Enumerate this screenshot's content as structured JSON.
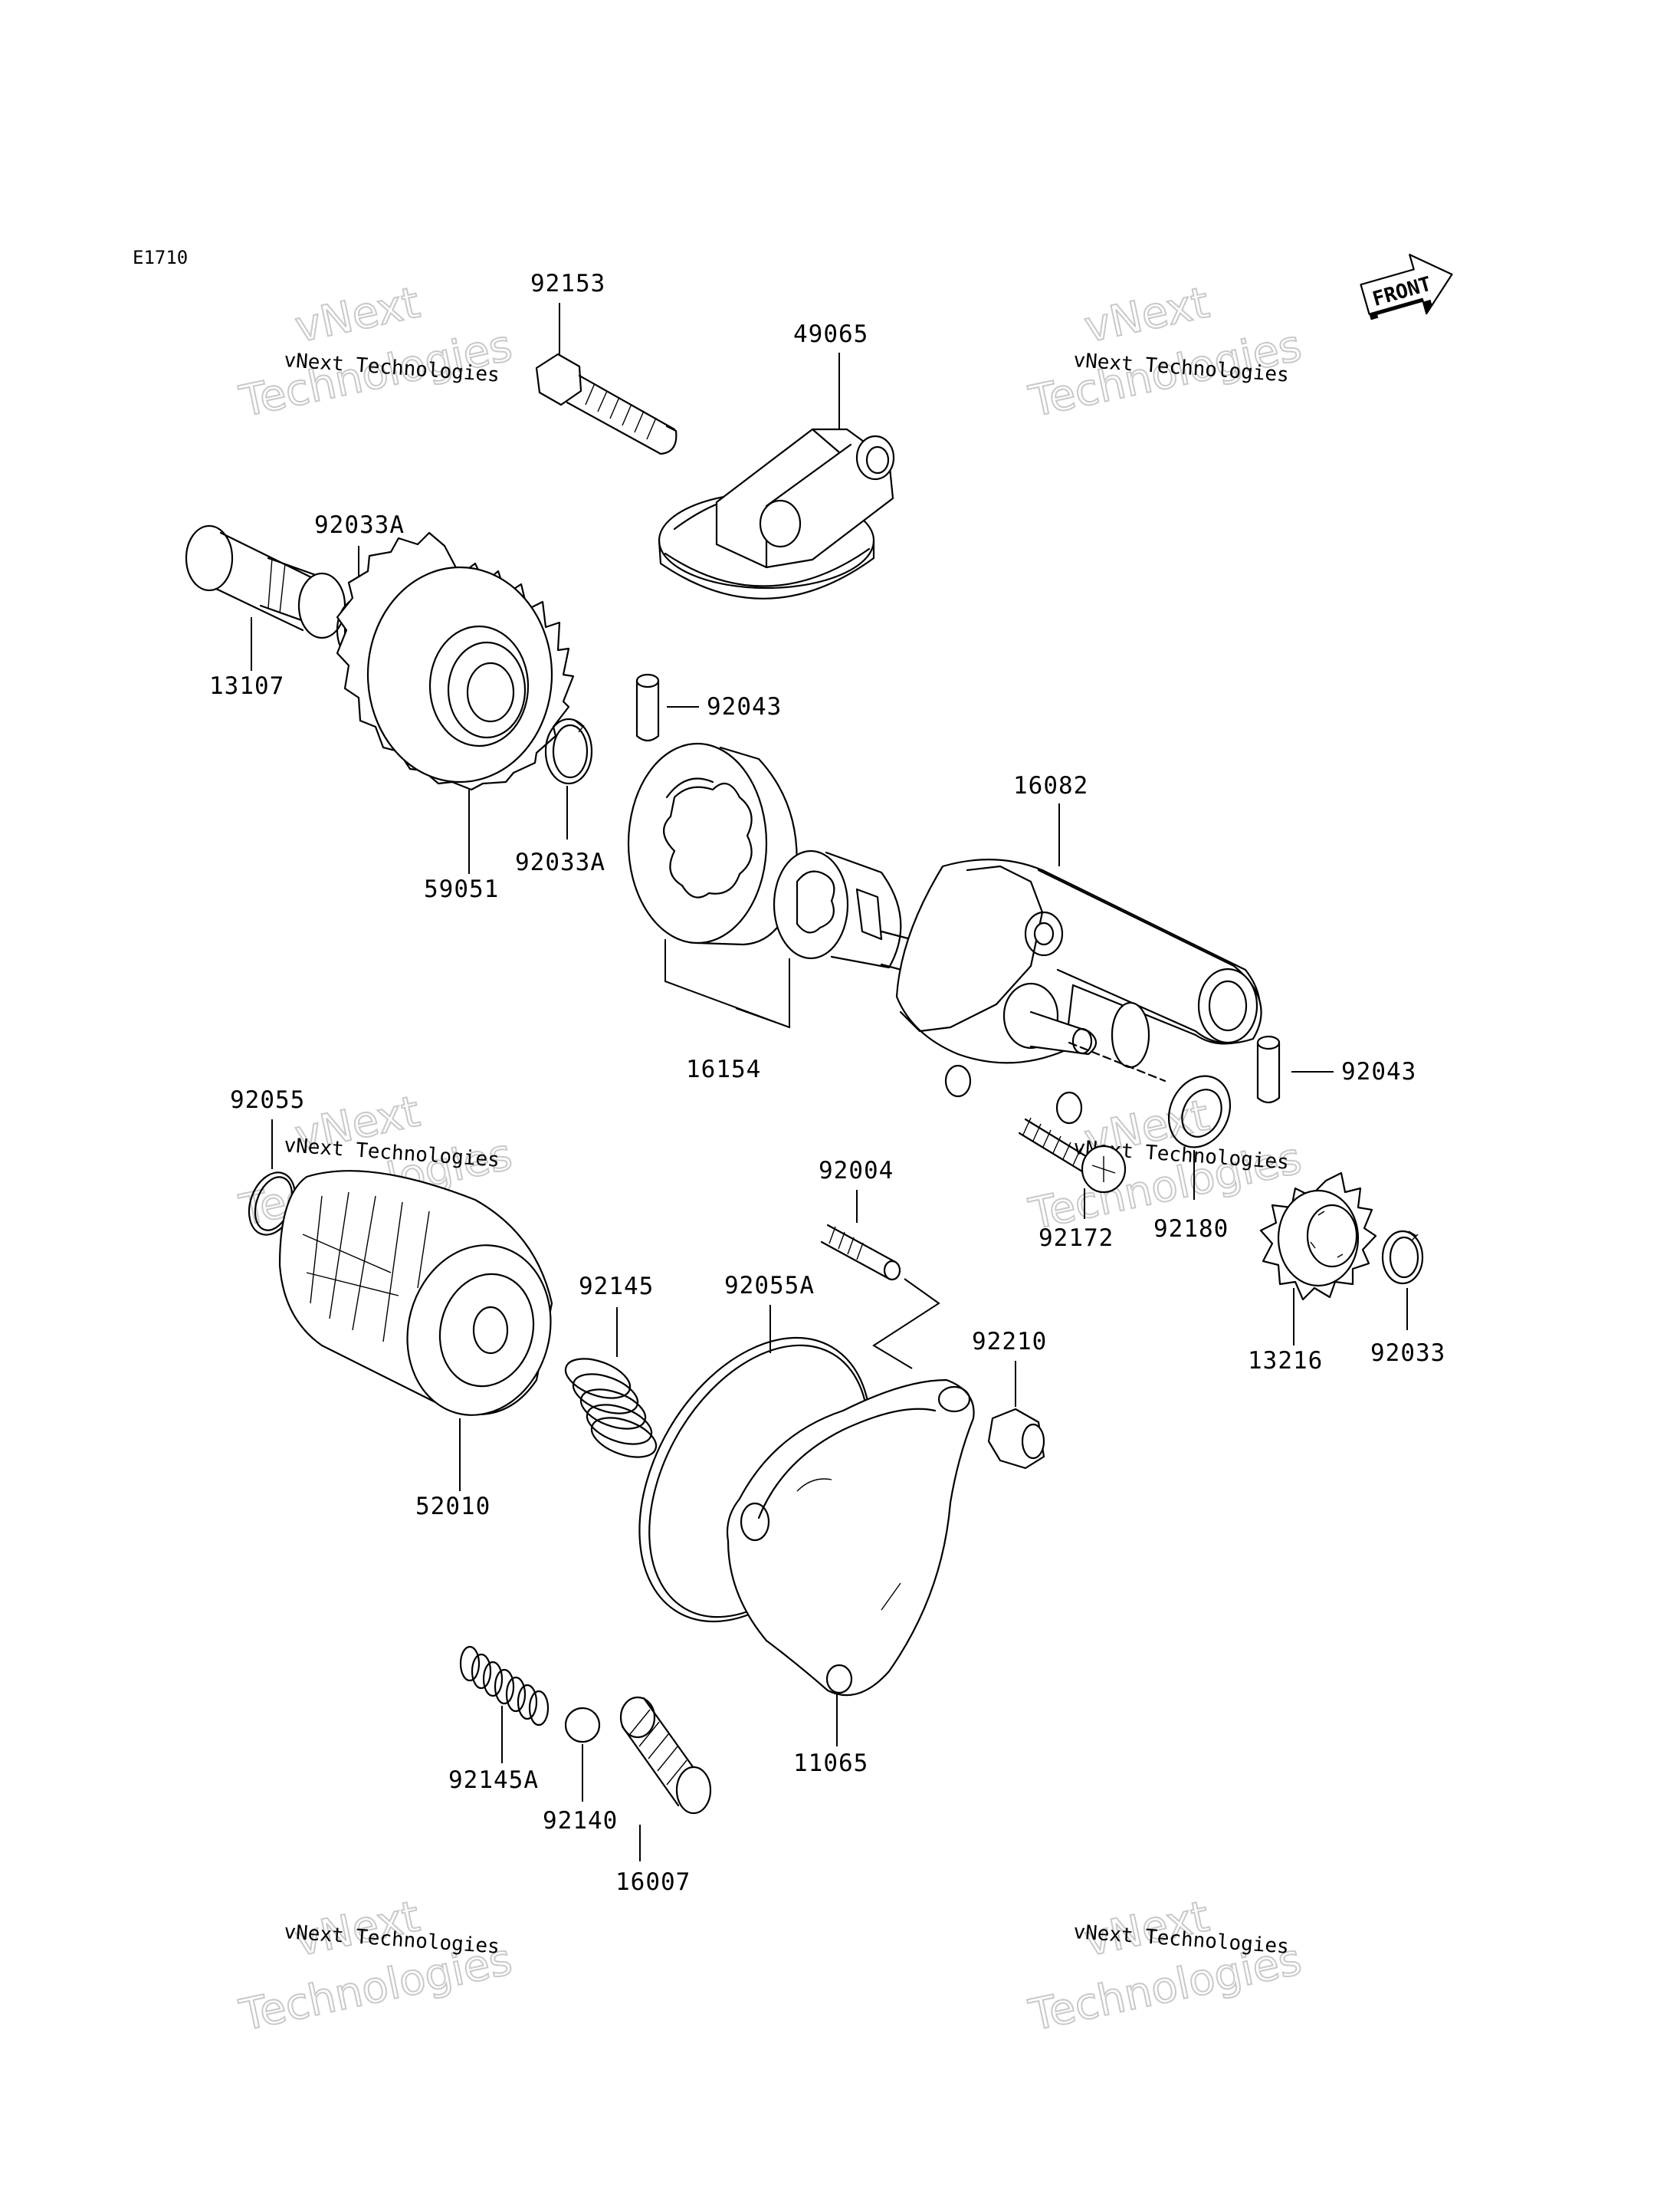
{
  "diagram_code": "E1710",
  "front_label": "FRONT",
  "watermark": {
    "line1": "vNext",
    "line2": "vNext Technologies",
    "line3": "Technologies"
  },
  "parts": {
    "p92153": "92153",
    "p49065": "49065",
    "p92033A_top": "92033A",
    "p13107": "13107",
    "p92043_top": "92043",
    "p59051": "59051",
    "p92033A_mid": "92033A",
    "p16082": "16082",
    "p16154": "16154",
    "p92043_right": "92043",
    "p92055": "92055",
    "p92004": "92004",
    "p92145": "92145",
    "p92055A": "92055A",
    "p92172": "92172",
    "p92180": "92180",
    "p92210": "92210",
    "p13216": "13216",
    "p92033": "92033",
    "p52010": "52010",
    "p11065": "11065",
    "p92145A": "92145A",
    "p92140": "92140",
    "p16007": "16007"
  }
}
